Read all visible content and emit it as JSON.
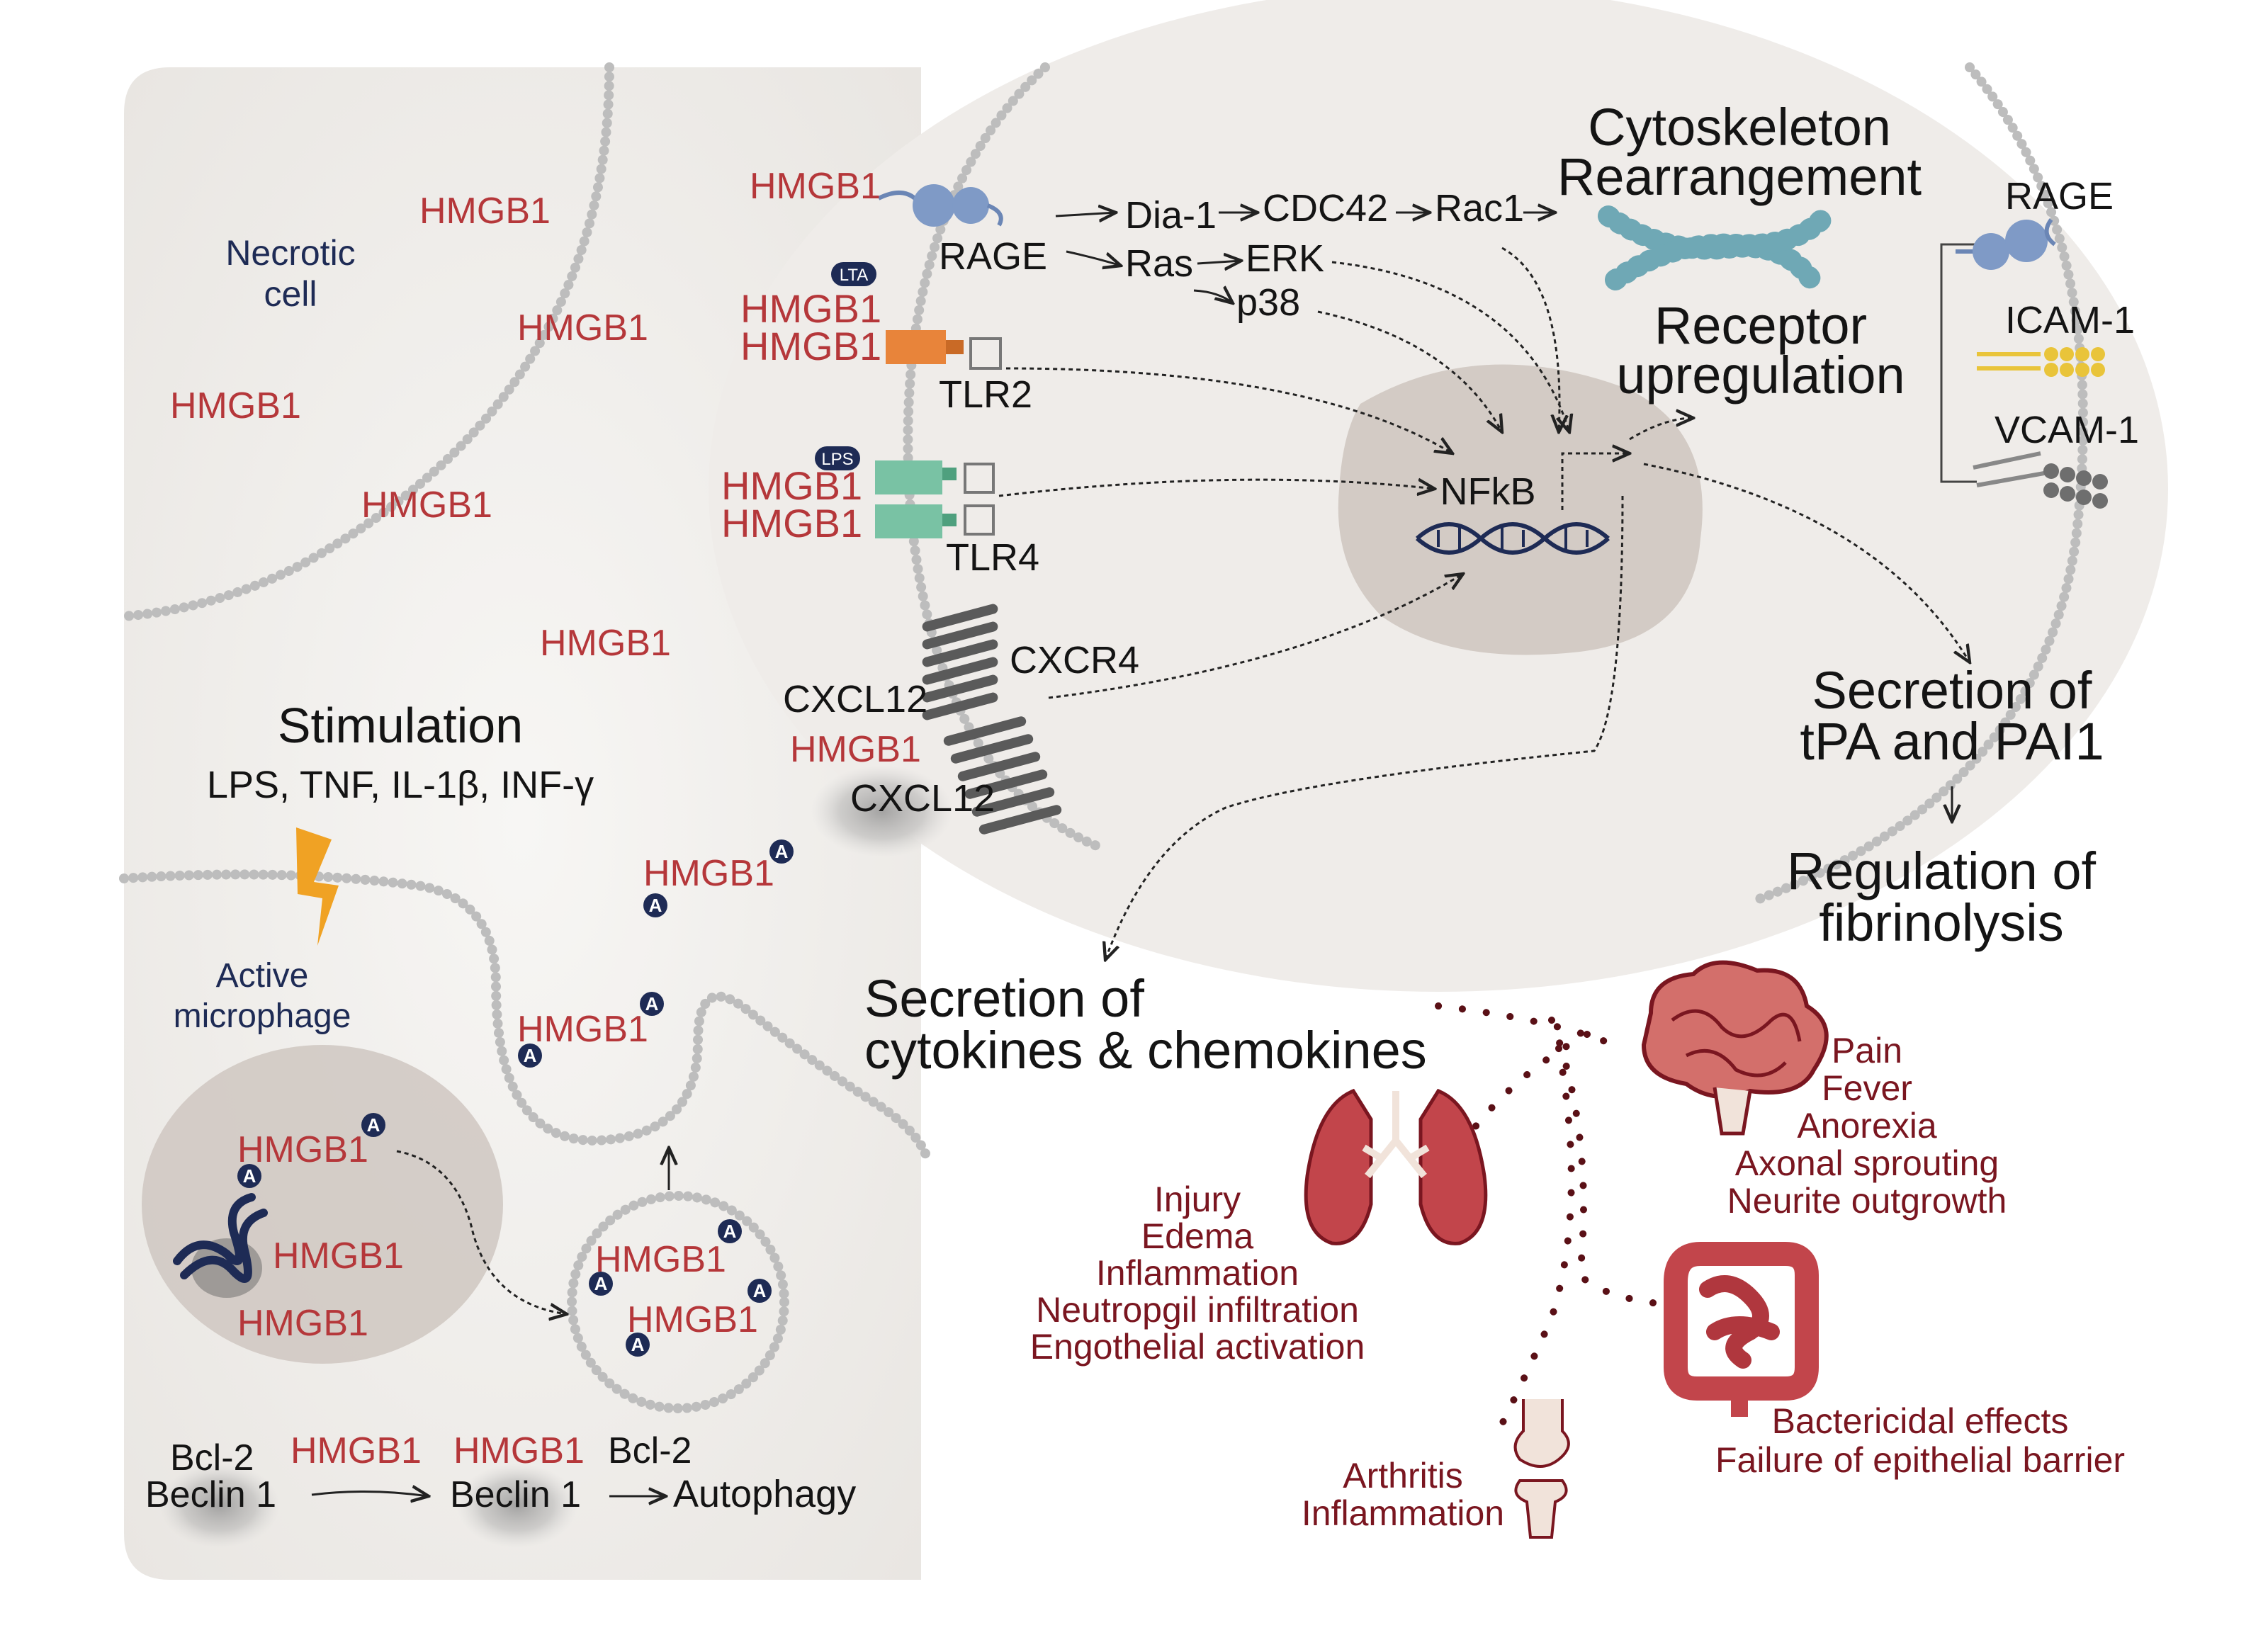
{
  "colors": {
    "hmgb1_red": "#b5373a",
    "navy": "#1e2b55",
    "organ_text": "#7a1620",
    "panel_grey": "#f0eeeb",
    "nucleus_grey": "#cfc7c1",
    "rage_blue": "#7f9ac6",
    "tlr2_orange": "#e8843a",
    "tlr4_green": "#79c2a4",
    "cxcr4_grey": "#5a5a5a",
    "icam_yellow": "#e9c43a",
    "lightning": "#f0a224",
    "organ_red": "#c2454b"
  },
  "labels": {
    "hmgb1": "HMGB1",
    "necrotic_cell_1": "Necrotic",
    "necrotic_cell_2": "cell",
    "stimulation_title": "Stimulation",
    "stimulation_agents": "LPS, TNF, IL-1β, INF-γ",
    "active_macrophage_1": "Active",
    "active_macrophage_2": "microphage",
    "badge_a": "A",
    "badge_lta": "LTA",
    "badge_lps": "LPS",
    "rage": "RAGE",
    "tlr2": "TLR2",
    "tlr4": "TLR4",
    "cxcr4": "CXCR4",
    "cxcl12": "CXCL12",
    "dia1": "Dia-1",
    "cdc42": "CDC42",
    "rac1": "Rac1",
    "ras": "Ras",
    "erk": "ERK",
    "p38": "p38",
    "nfkb": "NFkB",
    "cyto_1": "Cytoskeleton",
    "cyto_2": "Rearrangement",
    "receptor_1": "Receptor",
    "receptor_2": "upregulation",
    "icam1": "ICAM-1",
    "vcam1": "VCAM-1",
    "tpa_1": "Secretion of",
    "tpa_2": "tPA and PAI1",
    "fib_1": "Regulation of",
    "fib_2": "fibrinolysis",
    "cyt_1": "Secretion of",
    "cyt_2": "cytokines & chemokines",
    "bcl2": "Bcl-2",
    "beclin1": "Beclin 1",
    "autophagy": "Autophagy"
  },
  "organs": {
    "brain_effects": [
      "Pain",
      "Fever",
      "Anorexia",
      "Axonal sprouting",
      "Neurite outgrowth"
    ],
    "lung_effects": [
      "Injury",
      "Edema",
      "Inflammation",
      "Neutropgil infiltration",
      "Engothelial activation"
    ],
    "gut_effects": [
      "Bactericidal effects",
      "Failure of epithelial barrier"
    ],
    "joint_effects": [
      "Arthritis",
      "Inflammation"
    ]
  }
}
